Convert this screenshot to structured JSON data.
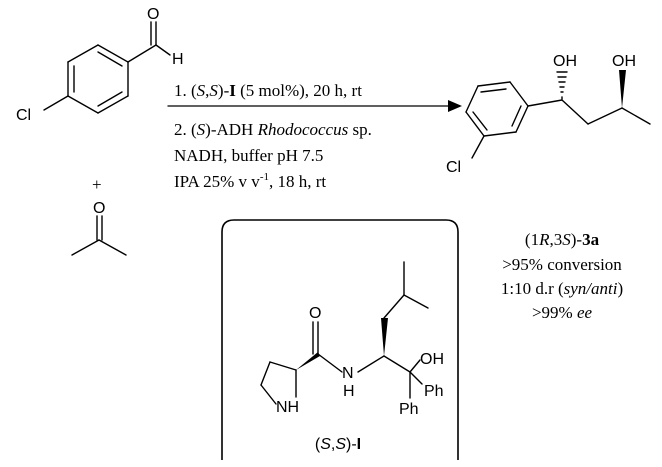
{
  "reactants": {
    "aldehyde": {
      "atoms": {
        "oxygen": "O",
        "hydrogen": "H",
        "chlorine": "Cl"
      }
    },
    "plus": "+",
    "acetone": {
      "atoms": {
        "oxygen": "O"
      }
    }
  },
  "conditions": {
    "step1": {
      "prefix": "1. (",
      "s1": "S",
      "comma": ",",
      "s2": "S",
      "close": ")-",
      "cat": "I",
      "rest": " (5 mol%), 20 h, rt"
    },
    "step2": {
      "prefix": "2. (",
      "s": "S",
      "close": ")-ADH ",
      "genus": "Rhodococcus",
      "rest": " sp."
    },
    "line3": "NADH, buffer pH 7.5",
    "line4": {
      "text": "IPA 25% v v",
      "exp": "-1",
      "rest": ", 18 h, rt"
    }
  },
  "product": {
    "atoms": {
      "oh1": "OH",
      "oh2": "OH",
      "chlorine": "Cl"
    },
    "label": {
      "open": "(1",
      "r": "R",
      "mid": ",3",
      "s": "S",
      "close": ")-",
      "code": "3a"
    },
    "conversion": ">95% conversion",
    "dr": {
      "text": "1:10 d.r (",
      "italic": "syn/anti",
      "close": ")"
    },
    "ee": {
      "text": ">99% ",
      "italic": "ee"
    }
  },
  "catalyst": {
    "atoms": {
      "oxygen": "O",
      "nh_ring": "NH",
      "nh_amide": "N",
      "nh_amide_h": "H",
      "oh": "OH",
      "ph1": "Ph",
      "ph2": "Ph"
    },
    "label": {
      "open": "(",
      "s1": "S",
      "comma": ",",
      "s2": "S",
      "close": ")-",
      "code": "I"
    }
  }
}
